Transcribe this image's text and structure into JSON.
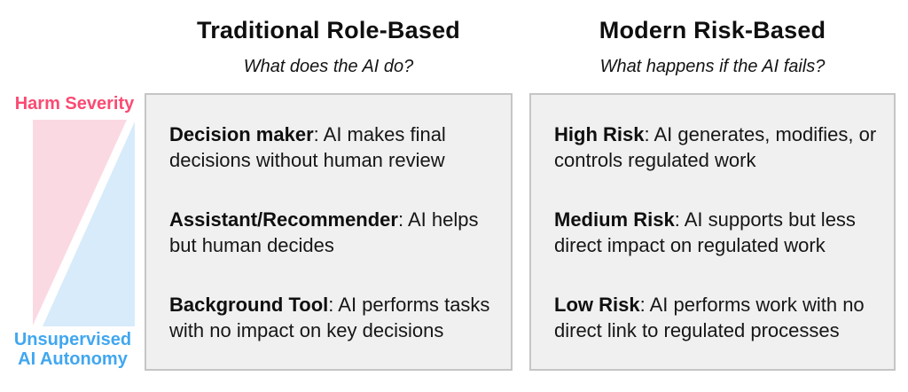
{
  "colors": {
    "harm_severity_text": "#fb4a72",
    "harm_severity_fill": "#fbd9e3",
    "ai_autonomy_text": "#41a7f0",
    "ai_autonomy_fill": "#d7ebfa",
    "panel_background": "#f0f0f0",
    "panel_border": "#c5c5c5",
    "body_text": "#151515"
  },
  "axis": {
    "top_label": "Harm Severity",
    "bottom_label_line1": "Unsupervised",
    "bottom_label_line2": "AI Autonomy"
  },
  "columns": [
    {
      "title": "Traditional Role-Based",
      "subtitle": "What does the AI do?",
      "items": [
        {
          "term": "Decision maker",
          "desc": ": AI makes final decisions without human review"
        },
        {
          "term": "Assistant/Recommender",
          "desc": ": AI helps but human decides"
        },
        {
          "term": "Background Tool",
          "desc": ": AI performs tasks with no impact on key decisions"
        }
      ]
    },
    {
      "title": "Modern Risk-Based",
      "subtitle": "What happens if the AI fails?",
      "items": [
        {
          "term": "High Risk",
          "desc": ": AI generates, modifies, or controls regulated work"
        },
        {
          "term": "Medium Risk",
          "desc": ": AI supports but less direct impact on regulated work"
        },
        {
          "term": "Low Risk",
          "desc": ": AI performs work with no direct link to regulated processes"
        }
      ]
    }
  ]
}
